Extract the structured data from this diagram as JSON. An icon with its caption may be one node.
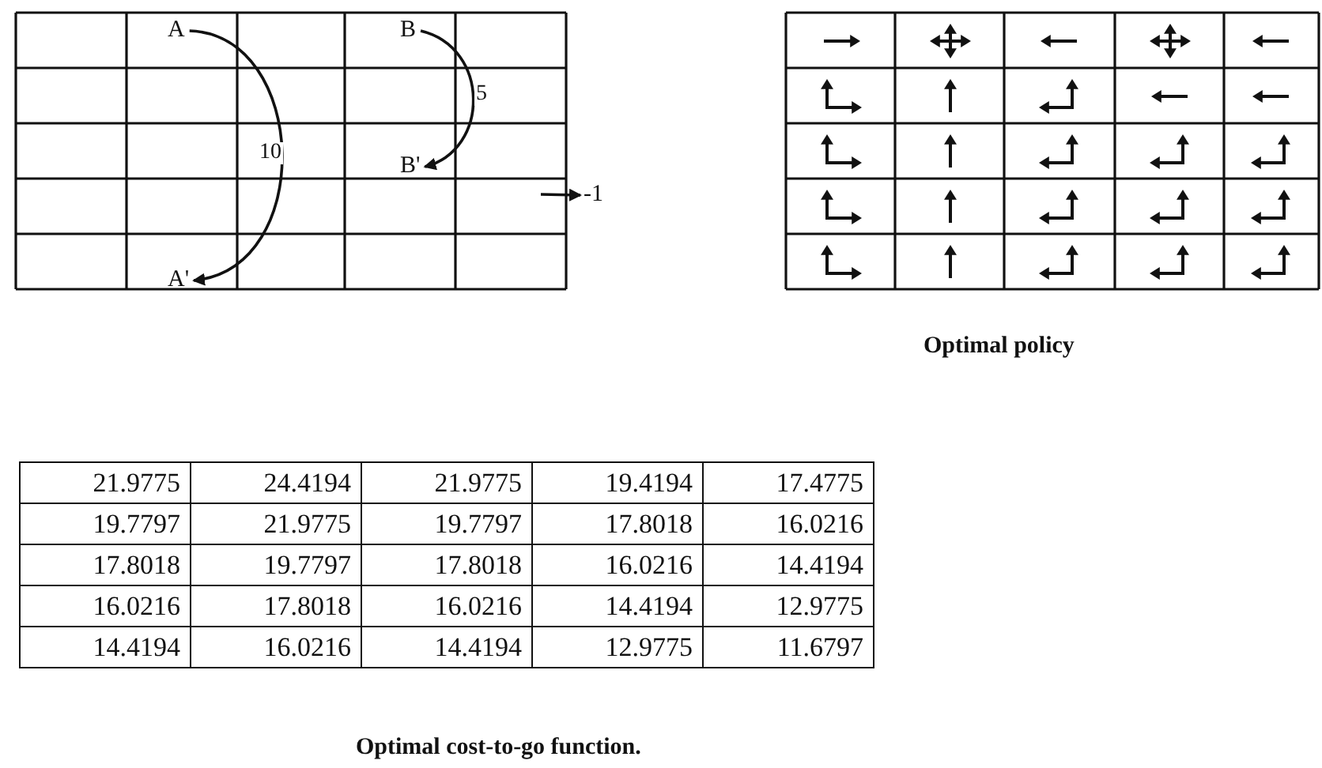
{
  "diagram": {
    "nodes": [
      {
        "text": [
          "A"
        ]
      },
      {
        "text": [
          "B"
        ]
      },
      {
        "text": [
          "B'"
        ]
      },
      {
        "text": [
          "-1"
        ]
      },
      {
        "text": [
          "A'"
        ]
      }
    ],
    "edges": [
      {
        "from": 0,
        "to": 4,
        "arrow": "to",
        "label": "10"
      },
      {
        "from": 1,
        "to": 2,
        "arrow": "to",
        "label": "5"
      },
      {
        "from": null,
        "to": 3,
        "arrow": "to"
      }
    ],
    "labels": [
      "Optimal policy",
      "21.9775",
      "24.4194",
      "21.9775",
      "19.4194",
      "17.4775",
      "19.7797",
      "21.9775",
      "19.7797",
      "17.8018",
      "16.0216",
      "17.8018",
      "19.7797",
      "17.8018",
      "16.0216",
      "14.4194",
      "16.0216",
      "17.8018",
      "16.0216",
      "14.4194",
      "12.9775",
      "14.4194",
      "16.0216",
      "14.4194",
      "12.9775",
      "11.6797",
      "Optimal cost-to-go function."
    ]
  }
}
